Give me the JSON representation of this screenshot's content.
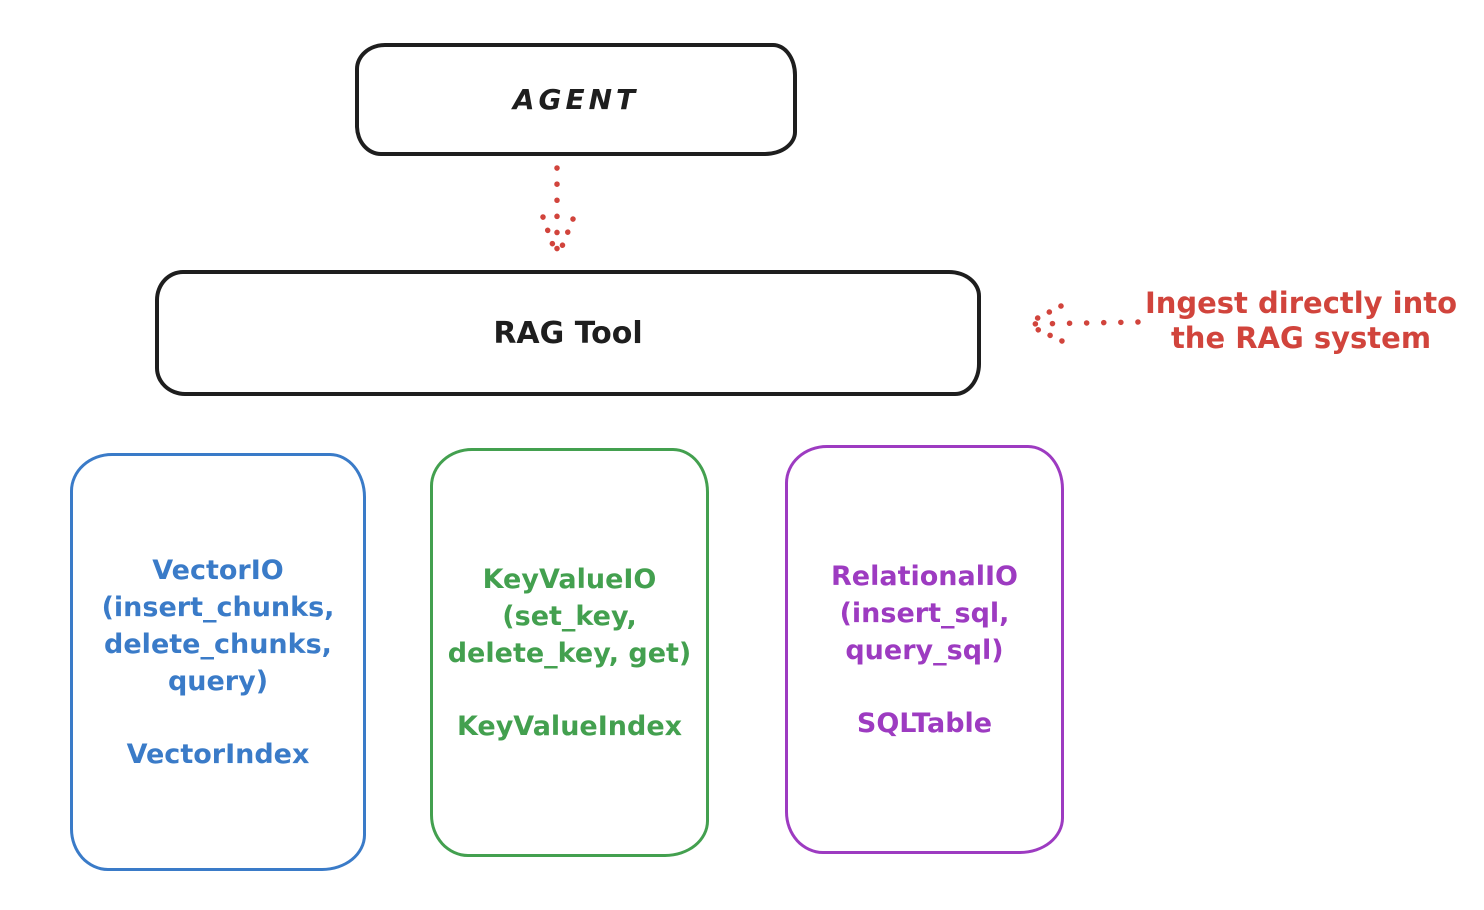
{
  "diagram": {
    "agent": {
      "label": "AGENT"
    },
    "rag_tool": {
      "label": "RAG Tool"
    },
    "annotation": {
      "line1": "Ingest directly into",
      "line2": "the RAG system",
      "color": "#d1443c"
    },
    "arrows": [
      {
        "name": "agent-to-rag-arrow",
        "style": "dotted",
        "direction": "down",
        "color": "#d1443c"
      },
      {
        "name": "ingest-annotation-arrow",
        "style": "dotted",
        "direction": "left",
        "color": "#d1443c"
      }
    ],
    "backends": [
      {
        "name": "VectorIO",
        "lines": [
          "VectorIO",
          "(insert_chunks,",
          "delete_chunks,",
          "query)"
        ],
        "index_label": "VectorIndex",
        "color": "#3a7bc8"
      },
      {
        "name": "KeyValueIO",
        "lines": [
          "KeyValueIO",
          "(set_key,",
          "delete_key, get)"
        ],
        "index_label": "KeyValueIndex",
        "color": "#43a04f"
      },
      {
        "name": "RelationalIO",
        "lines": [
          "RelationalIO",
          "(insert_sql,",
          "query_sql)"
        ],
        "index_label": "SQLTable",
        "color": "#9d3bc1"
      }
    ],
    "ink_color": "#1e1e1e",
    "background_color": "#ffffff"
  }
}
